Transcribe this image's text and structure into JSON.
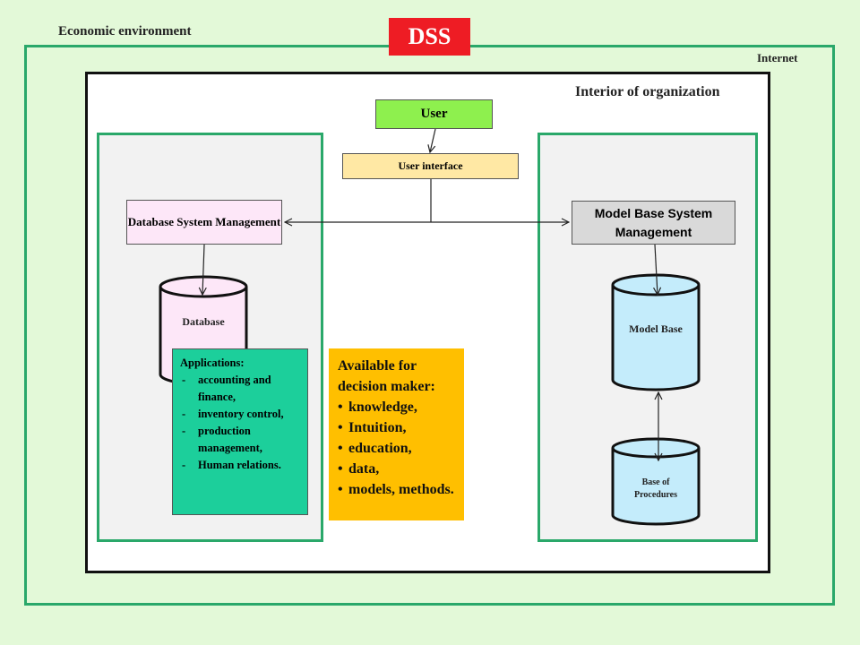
{
  "labels": {
    "economic_environment": "Economic environment",
    "dss": "DSS",
    "internet": "Internet",
    "interior": "Interior of organization"
  },
  "nodes": {
    "user": "User",
    "user_interface": "User interface",
    "database_system_management": "Database System Management",
    "model_base_system_management": "Model Base System Management",
    "database": "Database",
    "model_base": "Model Base",
    "base_of_procedures": "Base of Procedures"
  },
  "applications": {
    "title": "Applications:",
    "items": [
      "accounting and finance,",
      "inventory control,",
      "production management,",
      "Human relations."
    ]
  },
  "available": {
    "title": "Available for decision maker:",
    "items": [
      "knowledge,",
      "Intuition,",
      "education,",
      "data,",
      "models, methods."
    ]
  },
  "colors": {
    "background": "#e3f9d8",
    "frame": "#2aa86a",
    "dss": "#ee1c24",
    "user": "#8ef04e",
    "user_interface": "#ffe8a4",
    "database_cylinder": "#fde7f8",
    "model_cylinder": "#c4ecfb",
    "applications": "#1ccf9b",
    "available": "#ffbf00"
  }
}
